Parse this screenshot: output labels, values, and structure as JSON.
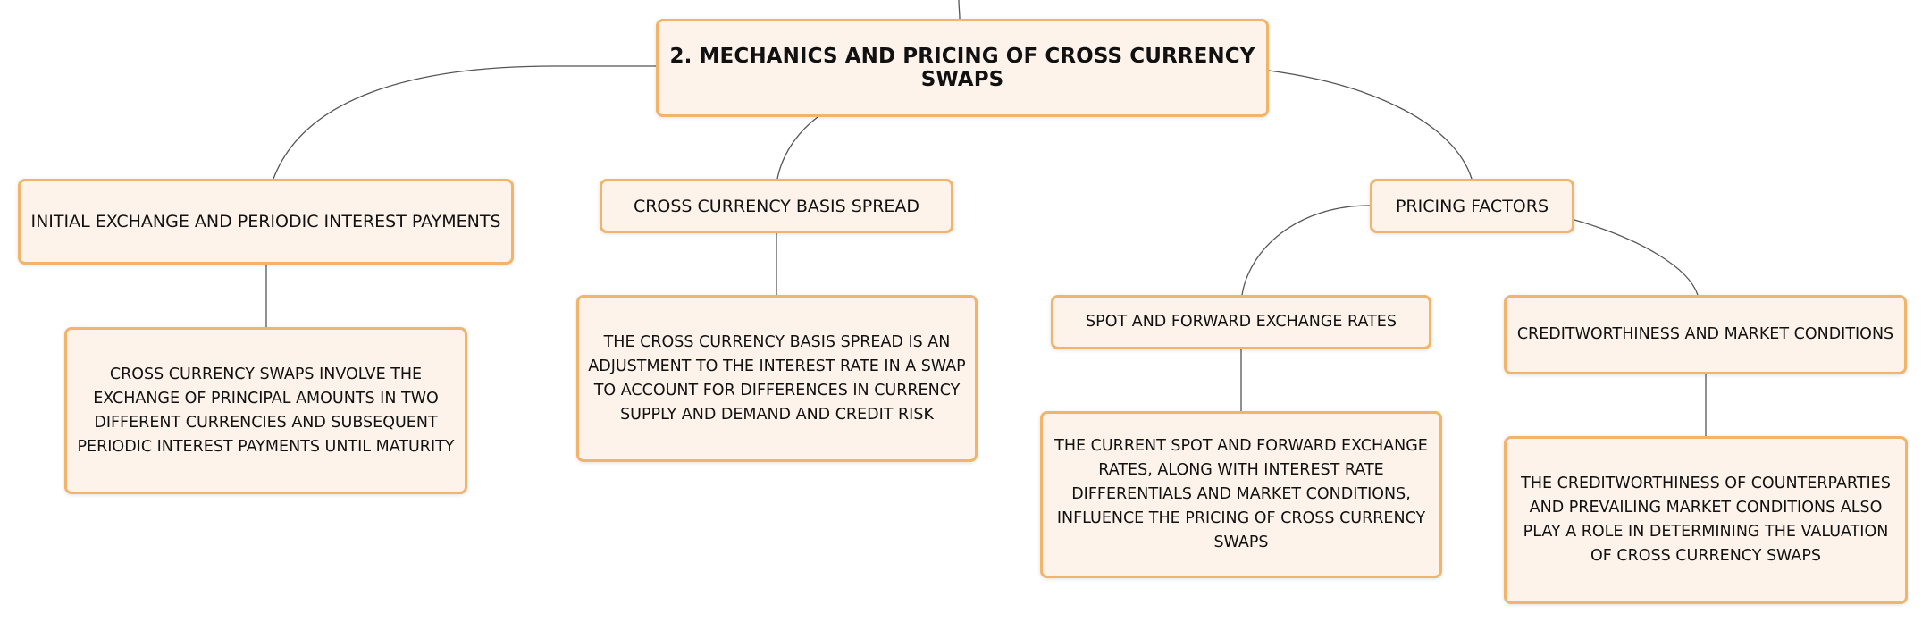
{
  "nodes": {
    "root": {
      "label": "2. MECHANICS AND PRICING OF CROSS CURRENCY SWAPS"
    },
    "initial_exchange": {
      "label": "INITIAL EXCHANGE AND PERIODIC INTEREST PAYMENTS"
    },
    "initial_exchange_detail": {
      "label": "CROSS CURRENCY SWAPS INVOLVE THE EXCHANGE OF PRINCIPAL AMOUNTS IN TWO DIFFERENT CURRENCIES AND SUBSEQUENT PERIODIC INTEREST PAYMENTS UNTIL MATURITY"
    },
    "basis_spread": {
      "label": "CROSS CURRENCY BASIS SPREAD"
    },
    "basis_spread_detail": {
      "label": "THE CROSS CURRENCY BASIS SPREAD IS AN ADJUSTMENT TO THE INTEREST RATE IN A SWAP TO ACCOUNT FOR DIFFERENCES IN CURRENCY SUPPLY AND DEMAND AND CREDIT RISK"
    },
    "pricing_factors": {
      "label": "PRICING FACTORS"
    },
    "spot_forward": {
      "label": "SPOT AND FORWARD EXCHANGE RATES"
    },
    "spot_forward_detail": {
      "label": "THE CURRENT SPOT AND FORWARD EXCHANGE RATES, ALONG WITH INTEREST RATE DIFFERENTIALS AND MARKET CONDITIONS, INFLUENCE THE PRICING OF CROSS CURRENCY SWAPS"
    },
    "creditworthiness": {
      "label": "CREDITWORTHINESS AND MARKET CONDITIONS"
    },
    "creditworthiness_detail": {
      "label": "THE CREDITWORTHINESS OF COUNTERPARTIES AND PREVAILING MARKET CONDITIONS ALSO PLAY A ROLE IN DETERMINING THE VALUATION OF CROSS CURRENCY SWAPS"
    }
  },
  "colors": {
    "node_fill": "#fdf3ea",
    "node_border": "#f2b36a",
    "connector": "#555555",
    "text": "#111111"
  }
}
